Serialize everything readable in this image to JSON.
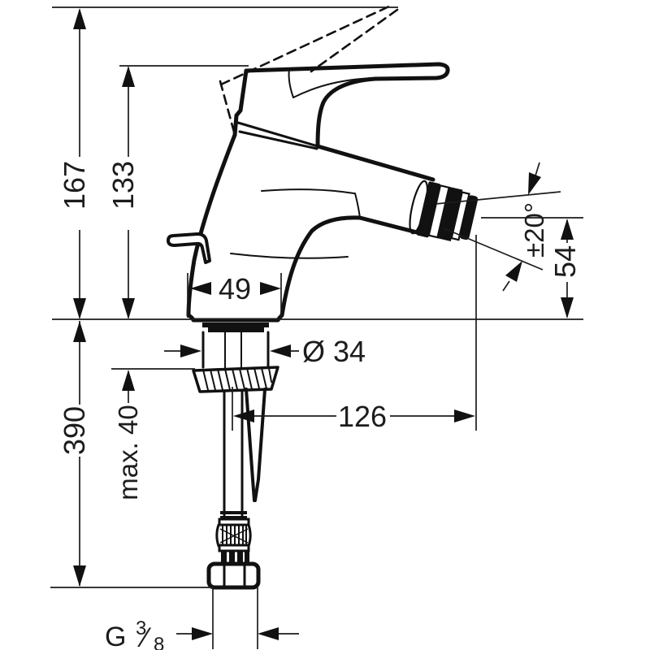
{
  "drawing": {
    "subject": "Single-lever bidet mixer faucet — side elevation technical dimension drawing",
    "background_color": "#ffffff",
    "line_color": "#111111"
  },
  "dimensions": {
    "total_height": "167",
    "handle_height": "133",
    "below_deck_height": "390",
    "max_mounting_thickness": "max. 40",
    "base_width": "49",
    "shank_diameter": "Ø 34",
    "spout_reach": "126",
    "spout_outlet_height": "54",
    "spout_swivel_angle": "±20°",
    "supply_connection": {
      "label": "G 3/8",
      "letter": "G",
      "numerator": "3",
      "fraction_slash": "⁄",
      "denominator": "8"
    }
  }
}
